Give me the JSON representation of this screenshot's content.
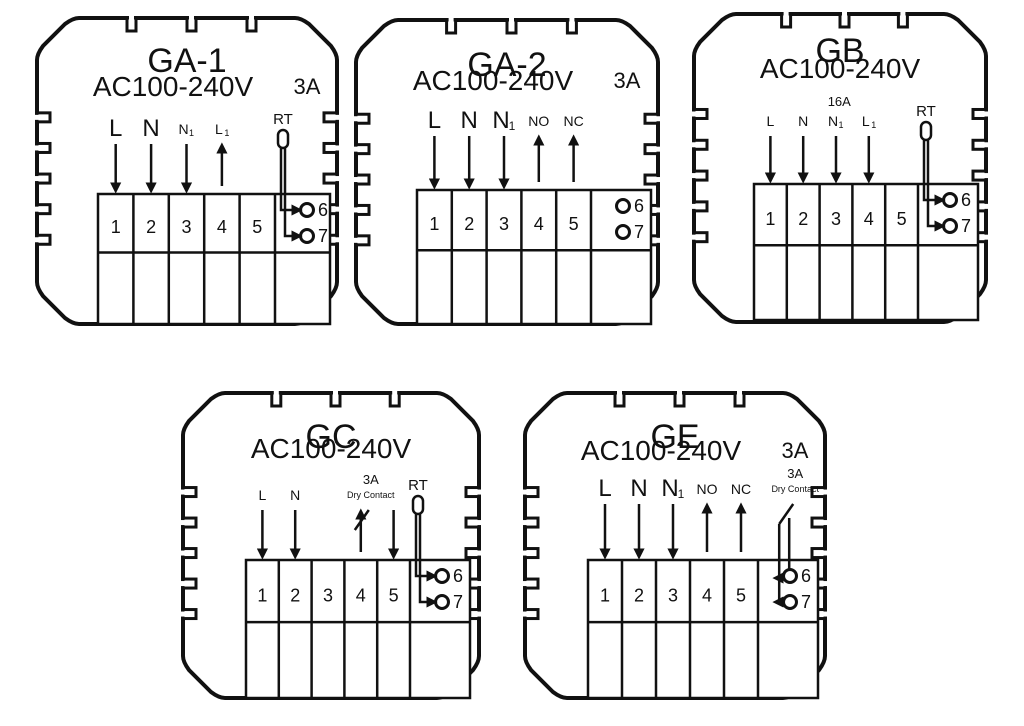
{
  "modules": [
    {
      "id": "ga1",
      "model": "GA-1",
      "voltage": "AC100-240V",
      "rating": "3A",
      "terminal_numbers": [
        "1",
        "2",
        "3",
        "4",
        "5"
      ],
      "terminal_labels": [
        {
          "text": "L",
          "sub": "",
          "size": "large",
          "arrow": "down"
        },
        {
          "text": "N",
          "sub": "",
          "size": "large",
          "arrow": "down"
        },
        {
          "text": "N",
          "sub": "1",
          "size": "small",
          "arrow": "down"
        },
        {
          "text": "L",
          "sub": "1",
          "size": "small",
          "arrow": "up"
        },
        {
          "text": "",
          "sub": "",
          "size": "small",
          "arrow": "none"
        }
      ],
      "sensor_label": "RT",
      "sensor_terminals": [
        "6",
        "7"
      ],
      "rating_top": "",
      "dry_contact": null
    },
    {
      "id": "ga2",
      "model": "GA-2",
      "voltage": "AC100-240V",
      "rating": "3A",
      "terminal_numbers": [
        "1",
        "2",
        "3",
        "4",
        "5"
      ],
      "terminal_labels": [
        {
          "text": "L",
          "sub": "",
          "size": "large",
          "arrow": "down"
        },
        {
          "text": "N",
          "sub": "",
          "size": "large",
          "arrow": "down"
        },
        {
          "text": "N",
          "sub": "1",
          "size": "large",
          "arrow": "down"
        },
        {
          "text": "NO",
          "sub": "",
          "size": "small",
          "arrow": "up"
        },
        {
          "text": "NC",
          "sub": "",
          "size": "small",
          "arrow": "up"
        }
      ],
      "sensor_label": "",
      "sensor_terminals": [
        "6",
        "7"
      ],
      "rating_top": "",
      "dry_contact": null
    },
    {
      "id": "gb",
      "model": "GB",
      "voltage": "AC100-240V",
      "rating": "",
      "terminal_numbers": [
        "1",
        "2",
        "3",
        "4",
        "5"
      ],
      "terminal_labels": [
        {
          "text": "L",
          "sub": "",
          "size": "small",
          "arrow": "down"
        },
        {
          "text": "N",
          "sub": "",
          "size": "small",
          "arrow": "down"
        },
        {
          "text": "N",
          "sub": "1",
          "size": "small",
          "arrow": "down"
        },
        {
          "text": "L",
          "sub": "1",
          "size": "small",
          "arrow": "down"
        },
        {
          "text": "",
          "sub": "",
          "size": "small",
          "arrow": "none"
        }
      ],
      "sensor_label": "RT",
      "sensor_terminals": [
        "6",
        "7"
      ],
      "rating_top": "16A",
      "dry_contact": null
    },
    {
      "id": "gc",
      "model": "GC",
      "voltage": "AC100-240V",
      "rating": "",
      "terminal_numbers": [
        "1",
        "2",
        "3",
        "4",
        "5"
      ],
      "terminal_labels": [
        {
          "text": "L",
          "sub": "",
          "size": "small",
          "arrow": "down"
        },
        {
          "text": "N",
          "sub": "",
          "size": "small",
          "arrow": "down"
        },
        {
          "text": "",
          "sub": "",
          "size": "small",
          "arrow": "none"
        },
        {
          "text": "",
          "sub": "",
          "size": "small",
          "arrow": "up"
        },
        {
          "text": "",
          "sub": "",
          "size": "small",
          "arrow": "down"
        }
      ],
      "sensor_label": "RT",
      "sensor_terminals": [
        "6",
        "7"
      ],
      "rating_top": "",
      "dry_contact": {
        "rating": "3A",
        "label": "Dry Contact"
      }
    },
    {
      "id": "ge",
      "model": "GE",
      "voltage": "AC100-240V",
      "rating": "3A",
      "terminal_numbers": [
        "1",
        "2",
        "3",
        "4",
        "5"
      ],
      "terminal_labels": [
        {
          "text": "L",
          "sub": "",
          "size": "large",
          "arrow": "down"
        },
        {
          "text": "N",
          "sub": "",
          "size": "large",
          "arrow": "down"
        },
        {
          "text": "N",
          "sub": "1",
          "size": "large",
          "arrow": "down"
        },
        {
          "text": "NO",
          "sub": "",
          "size": "small",
          "arrow": "up"
        },
        {
          "text": "NC",
          "sub": "",
          "size": "small",
          "arrow": "up"
        }
      ],
      "sensor_label": "",
      "sensor_terminals": [
        "6",
        "7"
      ],
      "rating_top": "",
      "dry_contact": {
        "rating": "3A",
        "label": "Dry Contact"
      }
    }
  ]
}
